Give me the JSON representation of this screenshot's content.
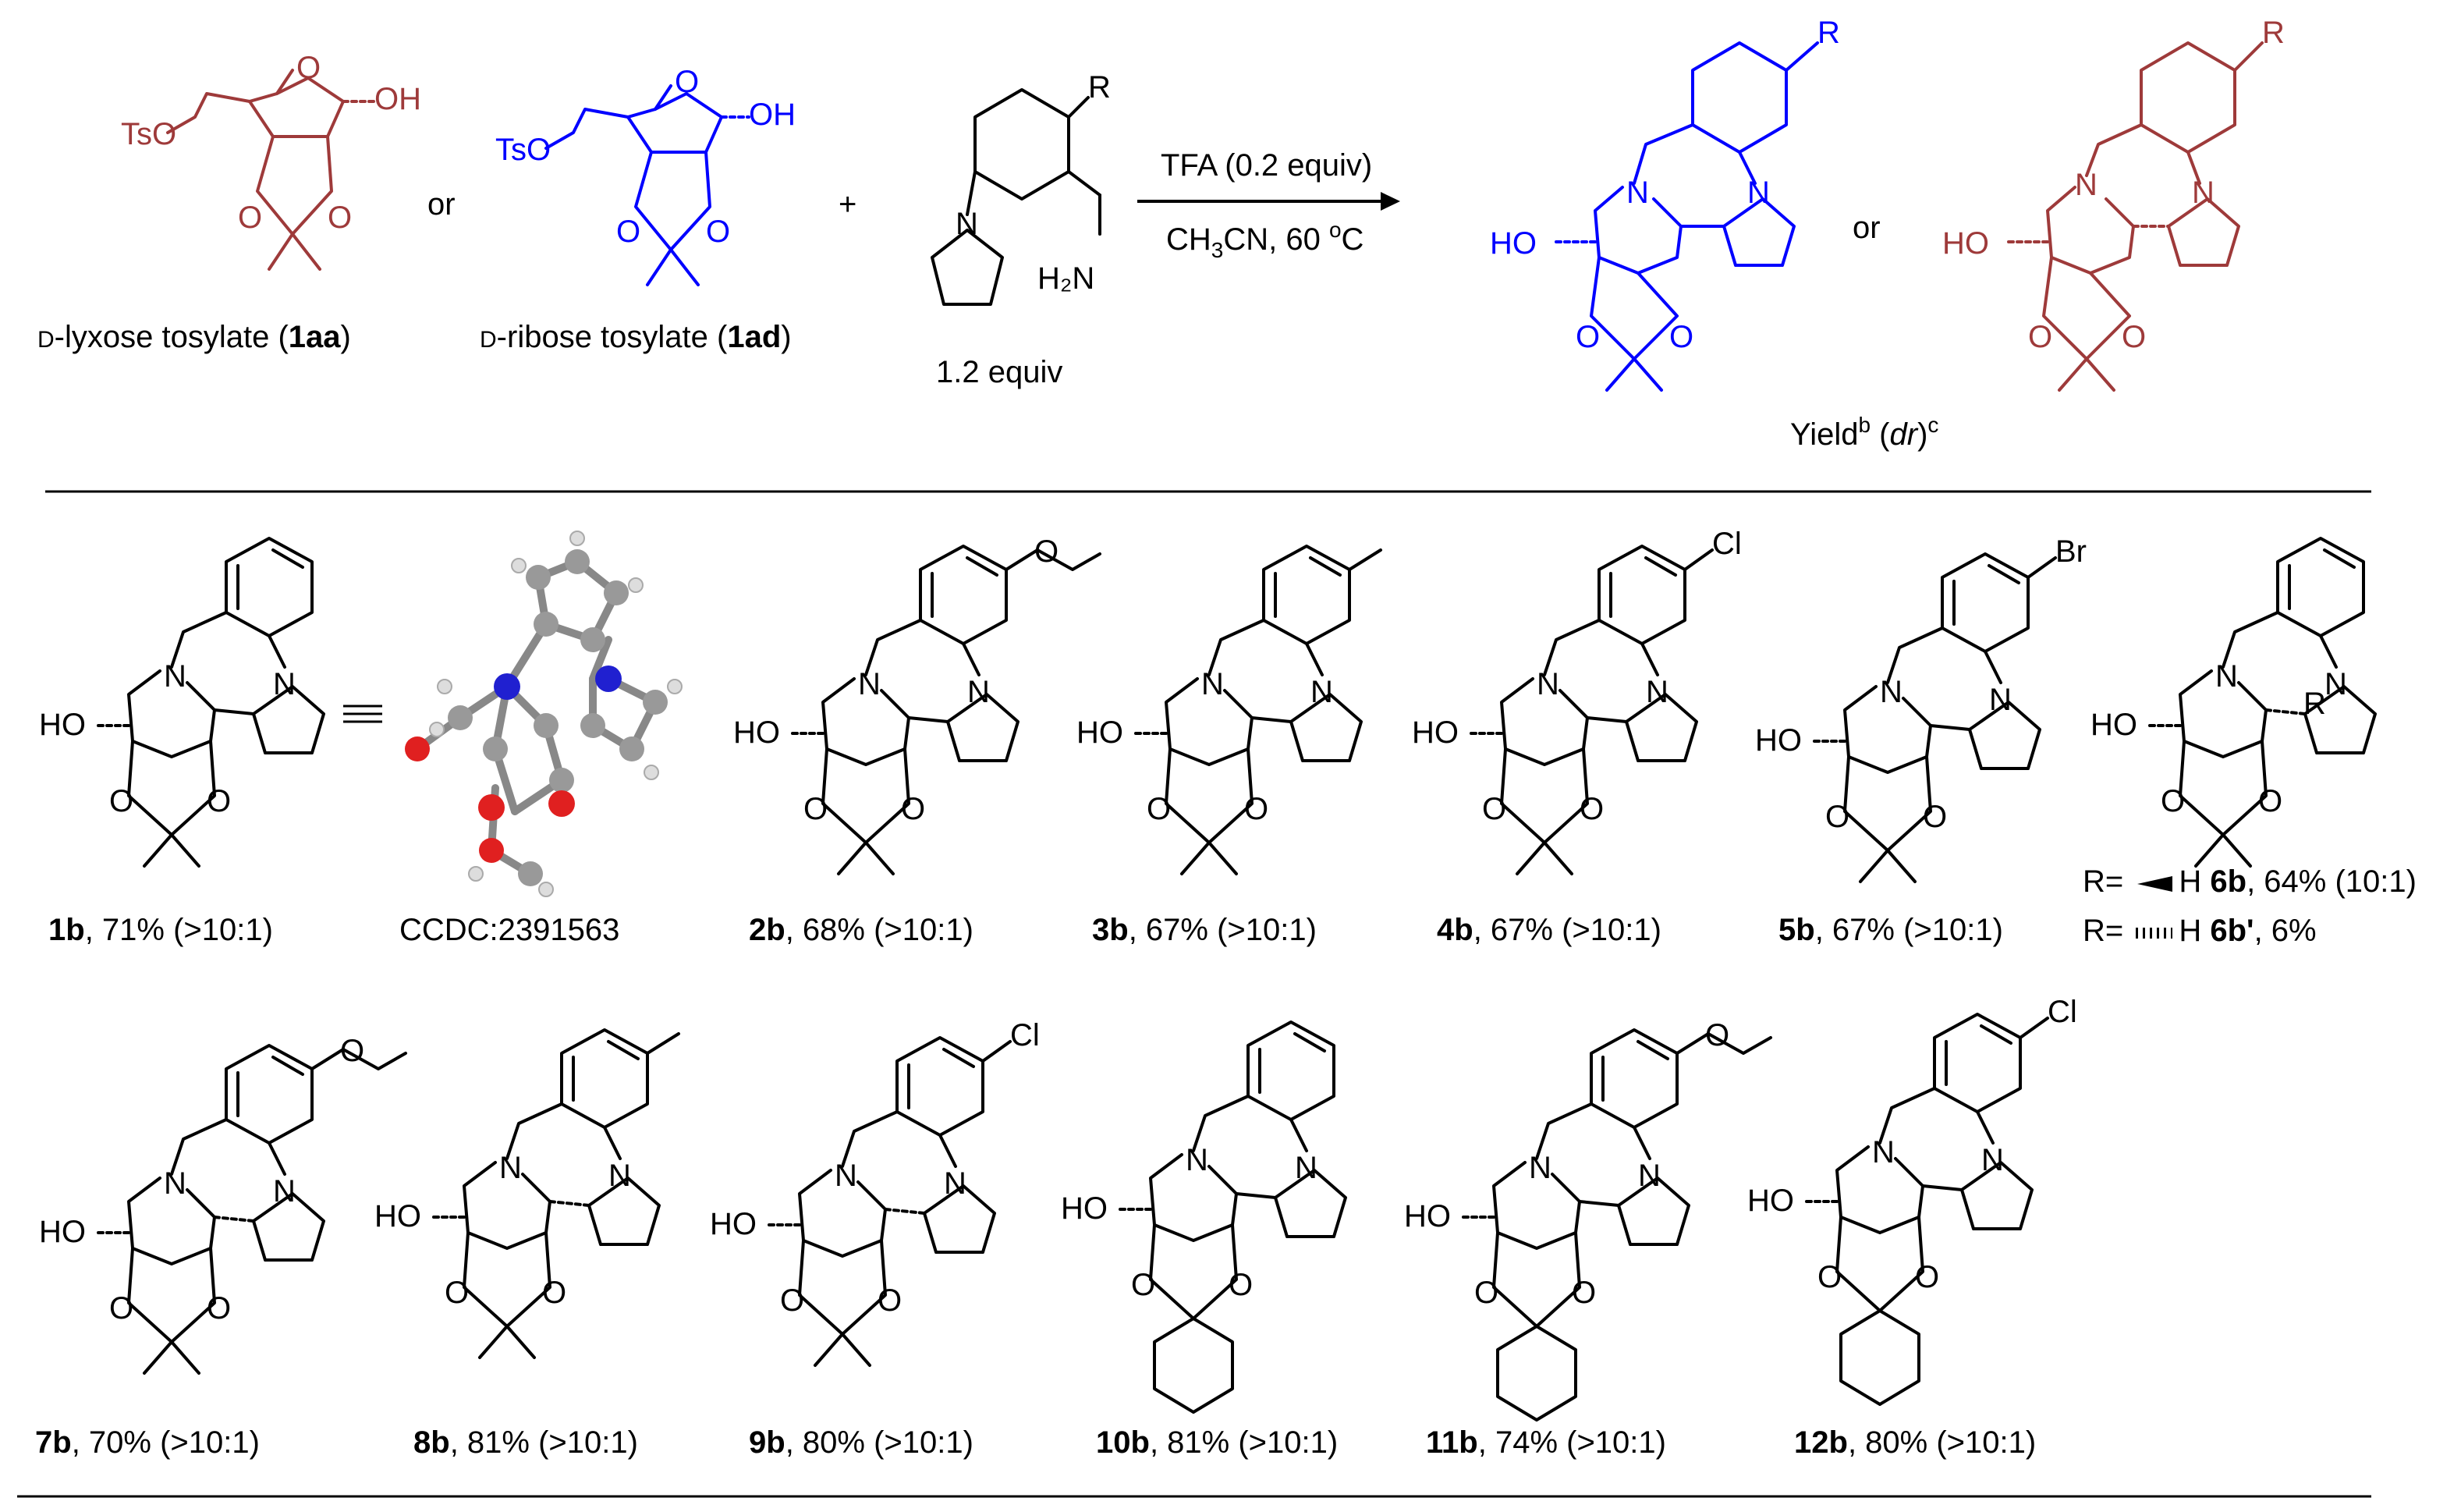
{
  "colors": {
    "lyxose": "#9e3a3a",
    "ribose": "#0000ff",
    "text": "#000000"
  },
  "header": {
    "lyxose_label": {
      "prefix": "D",
      "text": "-lyxose tosylate  (",
      "bold": "1aa",
      "suffix": ")"
    },
    "ribose_label": {
      "prefix": "D",
      "text": "-ribose tosylate (",
      "bold": "1ad",
      "suffix": ")"
    },
    "or_1": "or",
    "plus": "+",
    "amine_equiv": "1.2 equiv",
    "conditions_top": "TFA (0.2 equiv)",
    "conditions_bottom": {
      "a": "CH",
      "sub": "3",
      "b": "CN, 60 ",
      "sup": "o",
      "c": "C"
    },
    "or_2": "or",
    "yield_label": {
      "a": "Yield",
      "sup1": "b",
      "b": "  (",
      "it": "dr",
      "c": ")",
      "sup2": "c"
    },
    "atoms": {
      "ts_o": "TsO",
      "oh": "OH",
      "ho": "HO",
      "o": "O",
      "n": "N",
      "r": "R",
      "h2n": "H₂N"
    }
  },
  "products_row1": [
    {
      "id": "1b",
      "rest": ", 71% (>10:1)"
    },
    {
      "id": "",
      "rest": "CCDC:2391563"
    },
    {
      "id": "2b",
      "rest": ", 68% (>10:1)",
      "sub": "O"
    },
    {
      "id": "3b",
      "rest": ", 67% (>10:1)"
    },
    {
      "id": "4b",
      "rest": ", 67% (>10:1)",
      "sub": "Cl"
    },
    {
      "id": "5b",
      "rest": ", 67% (>10:1)",
      "sub": "Br"
    }
  ],
  "product_6b": {
    "r_label": "R",
    "line1": {
      "prefix": "R= ",
      "h": "H",
      "bold": "6b",
      "rest": ", 64% (10:1)"
    },
    "line2": {
      "prefix": "R= ",
      "h": "H",
      "bold": "6b'",
      "rest": ", 6%"
    }
  },
  "products_row2": [
    {
      "id": "7b",
      "rest": ", 70% (>10:1)",
      "sub": "O"
    },
    {
      "id": "8b",
      "rest": ", 81% (>10:1)"
    },
    {
      "id": "9b",
      "rest": ", 80% (>10:1)",
      "sub": "Cl"
    },
    {
      "id": "10b",
      "rest": ", 81% (>10:1)"
    },
    {
      "id": "11b",
      "rest": ", 74% (>10:1)",
      "sub": "O"
    },
    {
      "id": "12b",
      "rest": ", 80% (>10:1)",
      "sub": "Cl"
    }
  ]
}
